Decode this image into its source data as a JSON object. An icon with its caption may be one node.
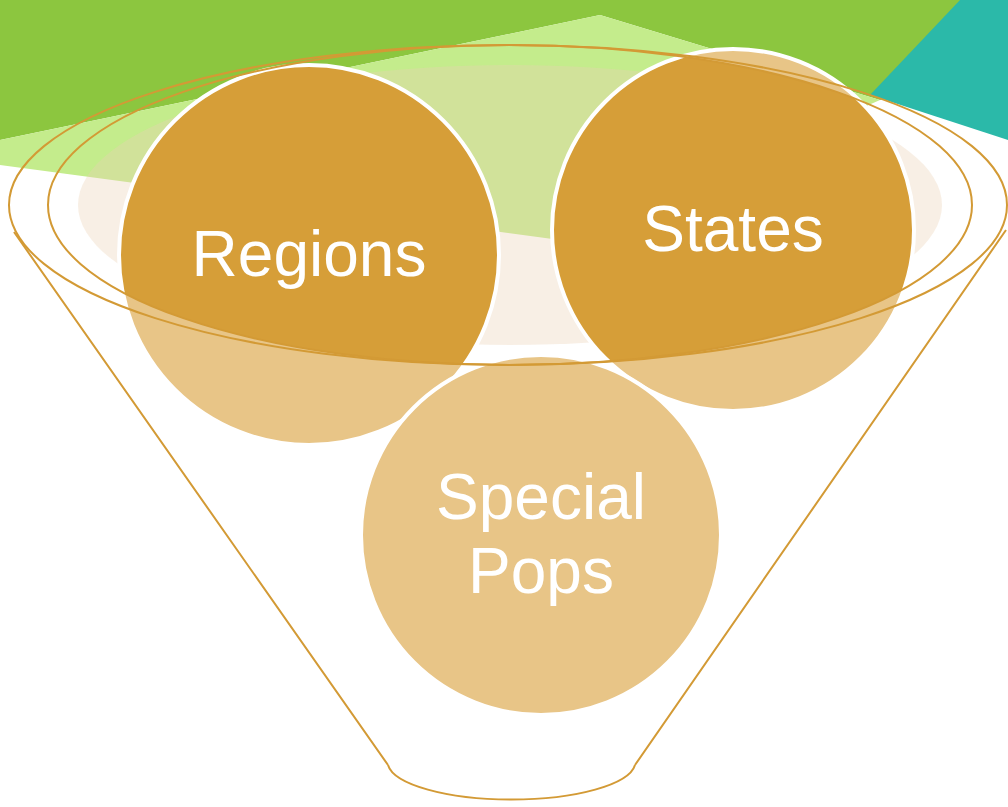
{
  "diagram": {
    "nodes": [
      {
        "text": [
          "Regions"
        ]
      },
      {
        "text": [
          "States"
        ]
      },
      {
        "text": [
          "Special Pops"
        ]
      }
    ]
  }
}
